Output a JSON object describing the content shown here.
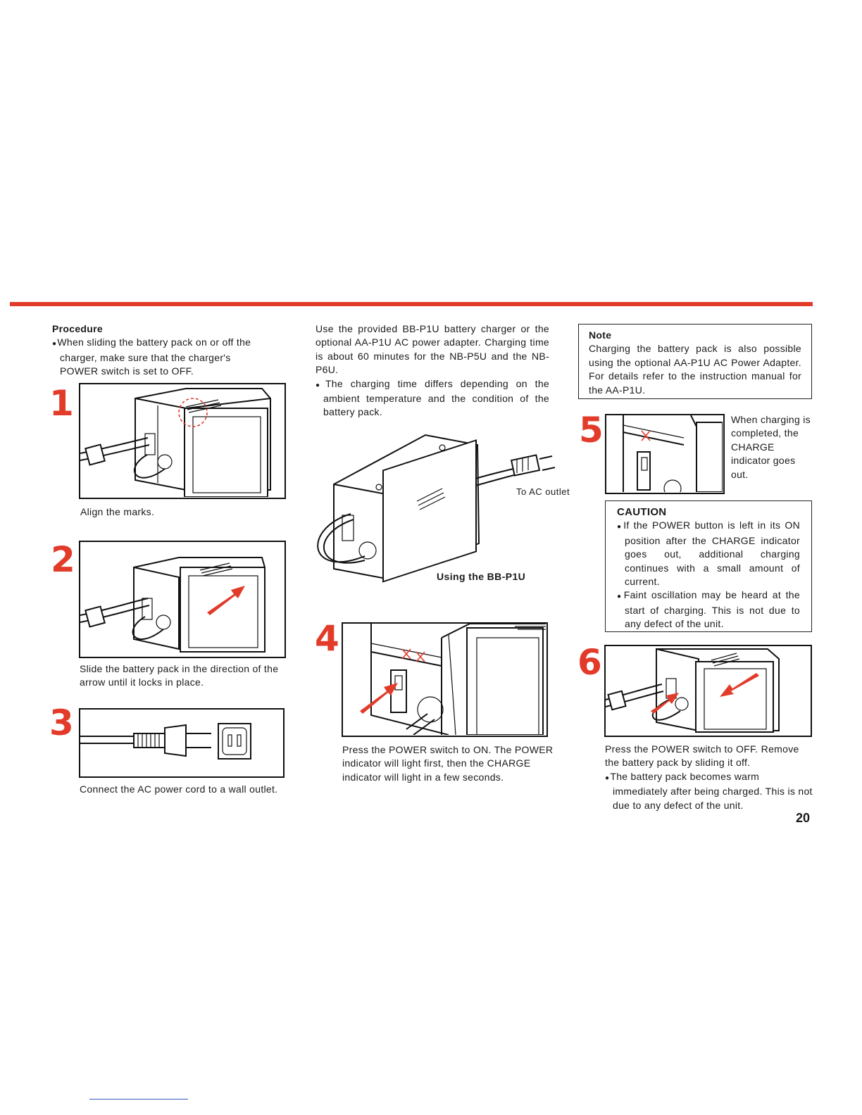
{
  "procedure": {
    "heading": "Procedure",
    "bullet": "When sliding the battery pack on or off the charger, make sure that the charger's POWER switch is set to OFF."
  },
  "intro": {
    "paragraph": "Use the provided BB-P1U battery charger or the optional AA-P1U AC power adapter. Charging time is about 60 minutes for the NB-P5U and the NB-P6U.",
    "bullet": "The charging time differs depending on the ambient temperature and the condition of the battery pack."
  },
  "main_figure": {
    "outlet_label": "To AC outlet",
    "caption": "Using the BB-P1U"
  },
  "note": {
    "heading": "Note",
    "body": "Charging the battery pack is also possible using the optional AA-P1U AC Power Adapter. For details refer to the instruction manual for the AA-P1U."
  },
  "caution": {
    "heading": "CAUTION",
    "bullets": [
      "If the POWER button is left in its ON position after the CHARGE indicator goes out, additional charging continues with a small amount of current.",
      "Faint oscillation may be heard at the start of charging. This is not due to any defect of the unit."
    ]
  },
  "steps": [
    {
      "number": "1",
      "caption": "Align the marks."
    },
    {
      "number": "2",
      "caption": "Slide the battery pack in the direction of the arrow until it locks in place."
    },
    {
      "number": "3",
      "caption": "Connect the AC power cord to a wall outlet."
    },
    {
      "number": "4",
      "caption": "Press the POWER switch to ON. The POWER indicator will light first, then the CHARGE indicator will light in a few seconds."
    },
    {
      "number": "5",
      "caption": "When charging is completed, the CHARGE indicator goes out."
    },
    {
      "number": "6",
      "caption": "Press the POWER switch to OFF. Remove the battery pack by sliding it off.",
      "bullet": "The battery pack becomes warm immediately after being charged. This is not due to any defect of the unit."
    }
  ],
  "page_number": "20",
  "colors": {
    "accent": "#e23b2a",
    "ink": "#1a1a1a"
  }
}
